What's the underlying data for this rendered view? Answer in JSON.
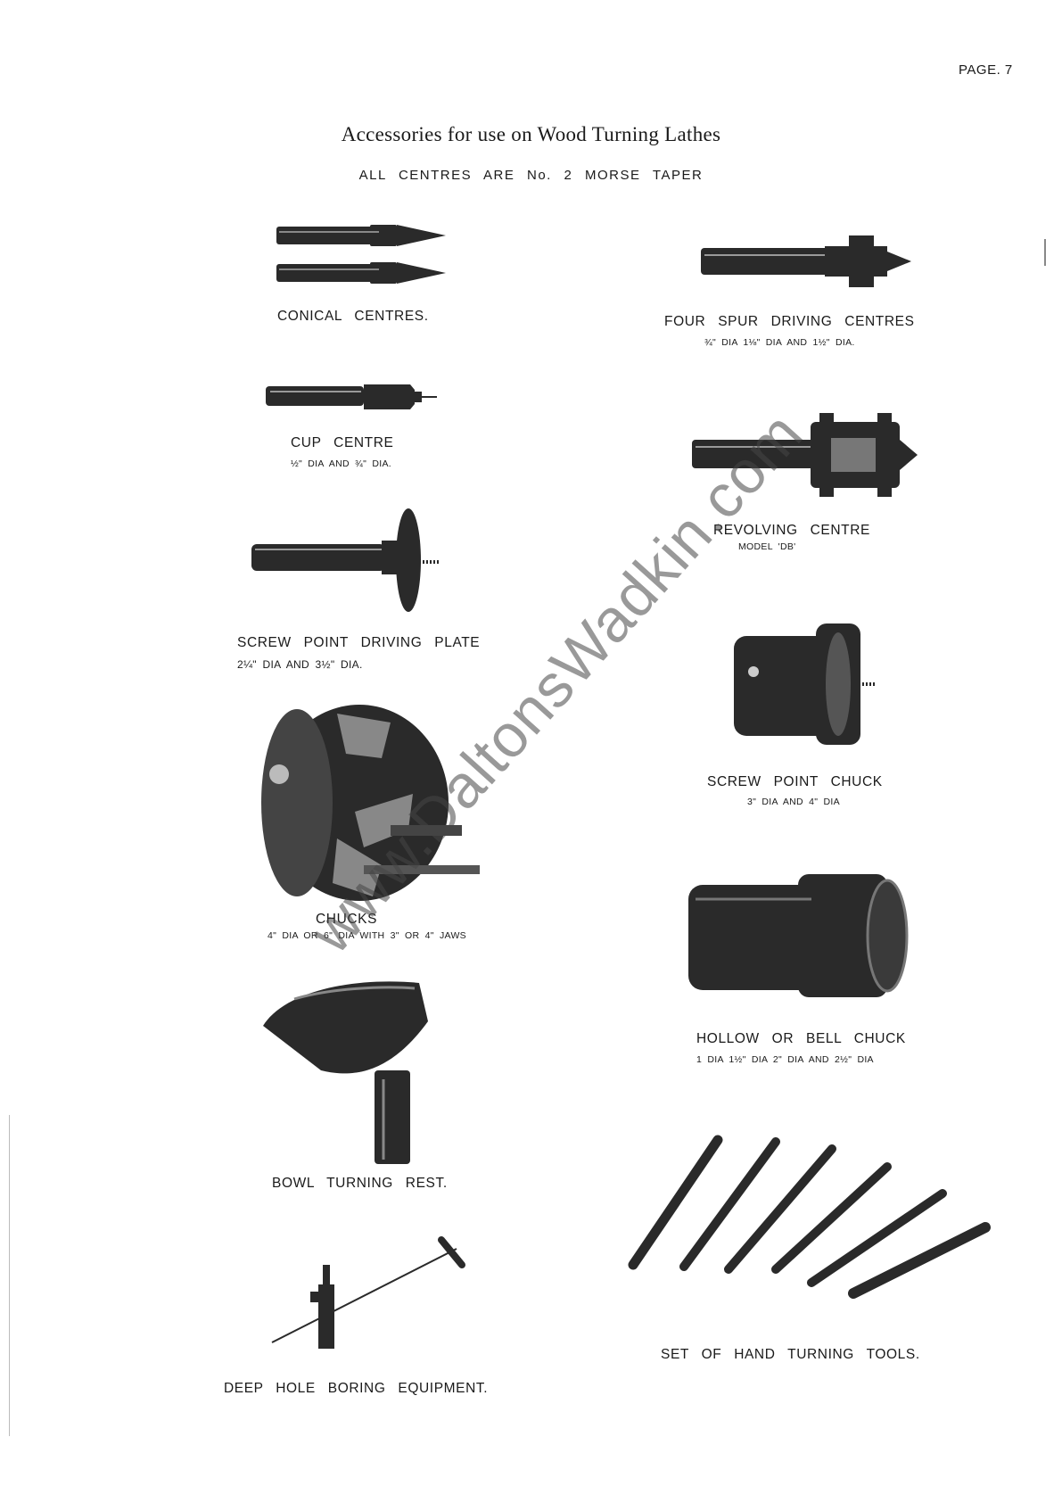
{
  "page": {
    "number": "PAGE. 7",
    "title": "Accessories for use on Wood Turning Lathes",
    "subtitle": "ALL CENTRES ARE No. 2 MORSE TAPER"
  },
  "items": [
    {
      "name": "conical-centres",
      "caption": "CONICAL CENTRES.",
      "detail": ""
    },
    {
      "name": "four-spur-driving-centres",
      "caption": "FOUR SPUR DRIVING CENTRES",
      "detail": "¾\" DIA 1⅛\" DIA AND 1½\" DIA."
    },
    {
      "name": "cup-centre",
      "caption": "CUP CENTRE",
      "detail": "½\" DIA AND ¾\" DIA."
    },
    {
      "name": "revolving-centre",
      "caption": "REVOLVING CENTRE",
      "detail": "MODEL 'DB'"
    },
    {
      "name": "screw-point-driving-plate",
      "caption": "SCREW POINT DRIVING PLATE",
      "detail": "2¼\" DIA AND 3½\" DIA."
    },
    {
      "name": "screw-point-chuck",
      "caption": "SCREW POINT CHUCK",
      "detail": "3\" DIA AND 4\" DIA"
    },
    {
      "name": "chucks",
      "caption": "CHUCKS",
      "detail": "4\" DIA OR 6\" DIA WITH 3\" OR 4\" JAWS"
    },
    {
      "name": "hollow-or-bell-chuck",
      "caption": "HOLLOW OR BELL CHUCK",
      "detail": "1 DIA 1½\" DIA 2\" DIA AND 2½\" DIA"
    },
    {
      "name": "bowl-turning-rest",
      "caption": "BOWL TURNING REST.",
      "detail": ""
    },
    {
      "name": "set-of-hand-turning-tools",
      "caption": "SET OF HAND TURNING TOOLS.",
      "detail": ""
    },
    {
      "name": "deep-hole-boring-equipment",
      "caption": "DEEP HOLE BORING EQUIPMENT.",
      "detail": ""
    }
  ],
  "watermark": "www.DaltonsWadkin.com"
}
